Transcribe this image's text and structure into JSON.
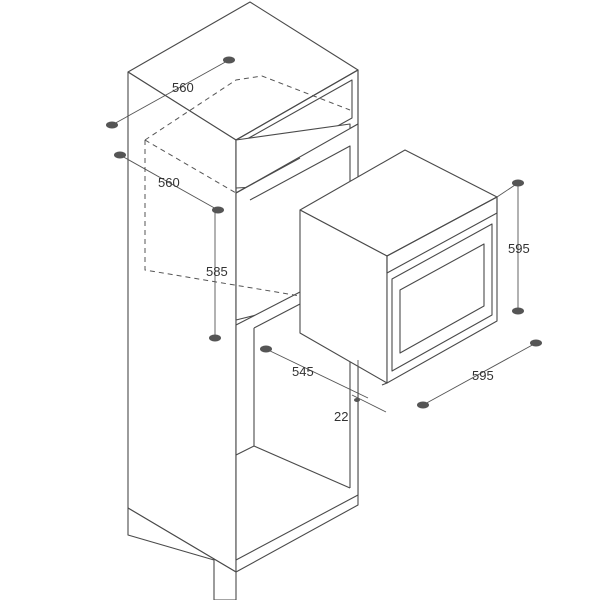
{
  "dimensions": {
    "niche_width_top": "560",
    "niche_depth": "560",
    "niche_height": "585",
    "oven_height": "595",
    "oven_width": "595",
    "oven_depth": "545",
    "front_offset": "22"
  }
}
